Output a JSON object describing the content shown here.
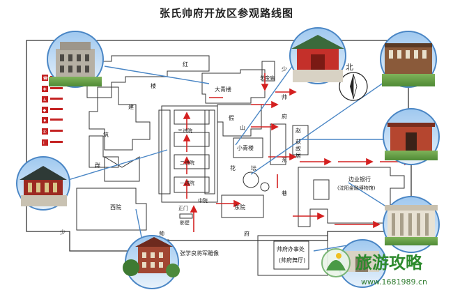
{
  "title": "张氏帅府开放区参观路线图",
  "labels": {
    "hong": "红",
    "lou": "楼",
    "jian": "建",
    "zhu": "筑",
    "qun": "群",
    "da_qing_lou": "大青楼",
    "jia_shan": "假",
    "shan": "山",
    "xiao_qing_lou": "小青楼",
    "hua": "花",
    "tan": "坛",
    "san_jin_yuan": "三进院",
    "er_jin_yuan": "二进院",
    "yi_jin_yuan": "一进院",
    "zhong_yuan": "中院",
    "zheng_men": "正门",
    "xi_yuan": "西院",
    "dong_yuan": "东院",
    "ying_bi": "影壁",
    "shao_top": "少",
    "shuai": "帅",
    "fu": "府",
    "dong": "东",
    "xiang": "巷",
    "tian_yu_miao": "关帝庙",
    "zhao_huo_ju": "赵",
    "huo_ju": "荻",
    "gu": "故",
    "ju": "居",
    "bei": "北",
    "bianye_bank_1": "边业银行",
    "bianye_bank_2": "(沈阳金融博物馆)",
    "shao_left": "少",
    "shuai_bottom": "帅",
    "fu_bottom": "府",
    "statue": "张学良将军雕像",
    "office_1": "帅府办事处",
    "office_2": "(帅府舞厅)"
  },
  "watermark": {
    "text": "旅游攻略",
    "url": "www.1681989.cn"
  },
  "colors": {
    "route": "#d42020",
    "wall": "#333333",
    "photo_ring": "#4a86c5",
    "watermark": "#2d8a2d"
  },
  "legend_icons": [
    "restroom-icon",
    "first-aid-icon",
    "toilet-icon",
    "ticket-icon",
    "souvenir-icon",
    "phone-icon",
    "info-icon"
  ]
}
